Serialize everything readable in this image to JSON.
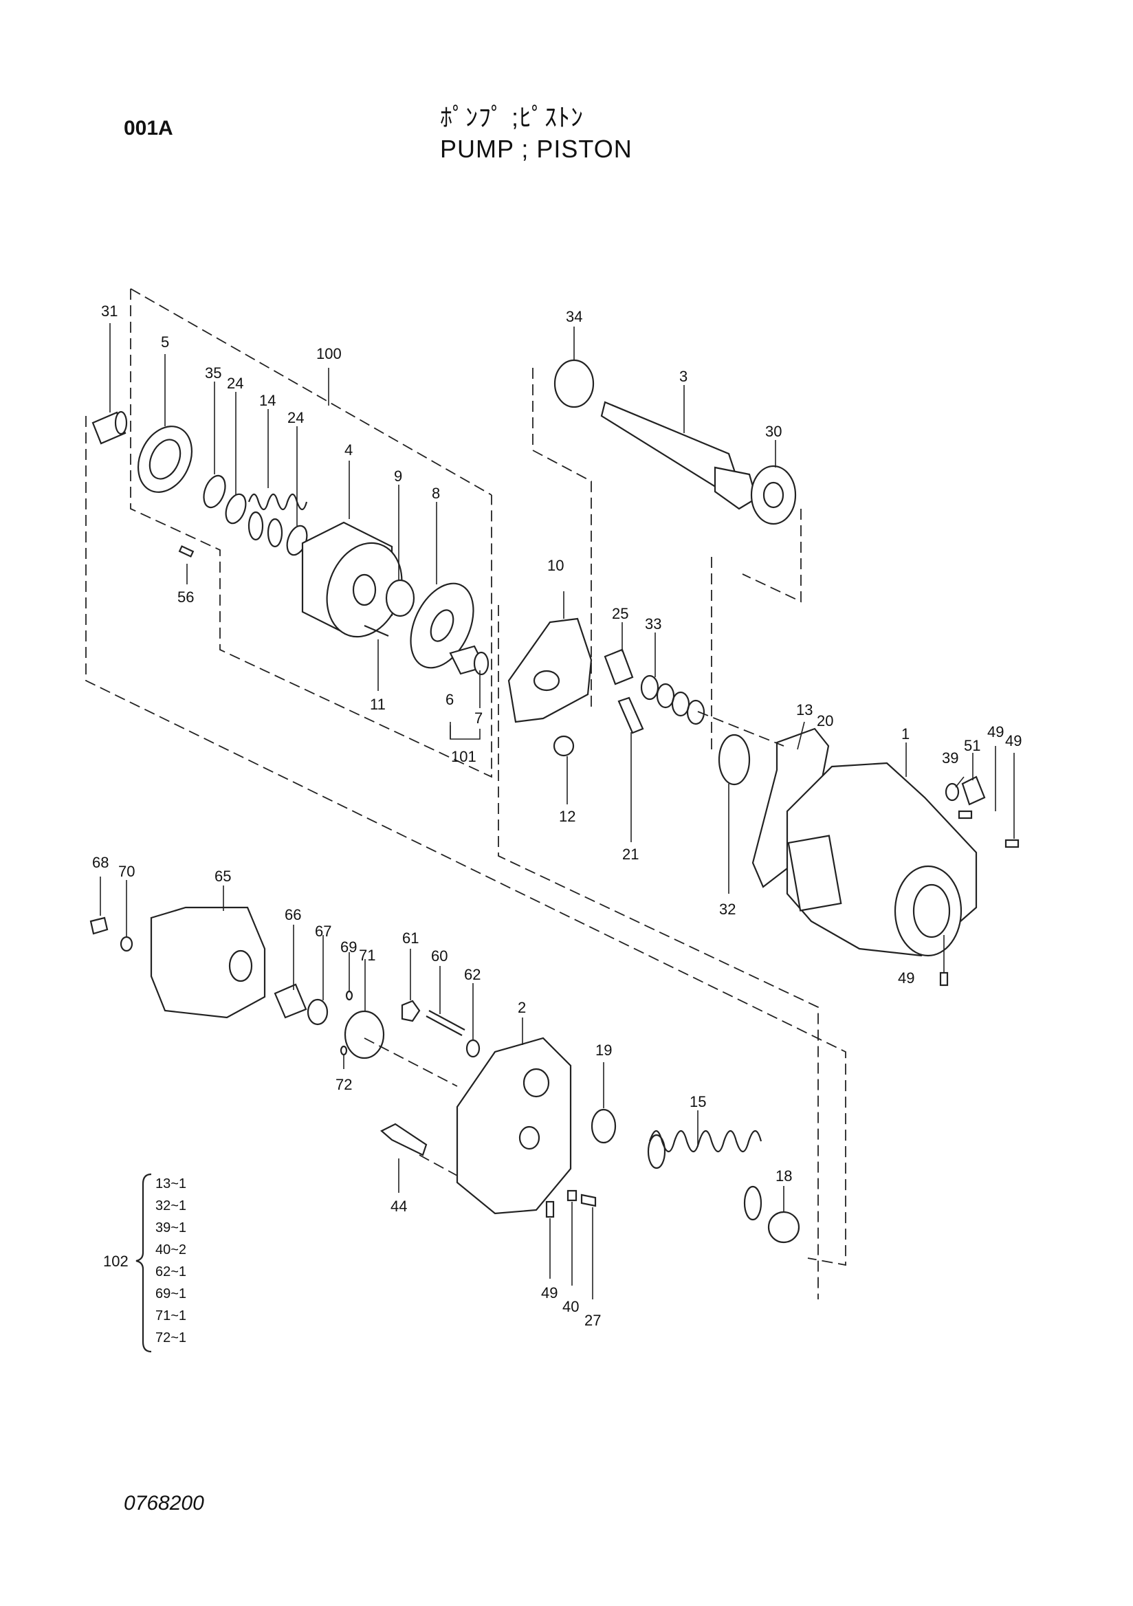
{
  "header": {
    "page_code": "001A",
    "title_jp": "ﾎﾟﾝﾌﾟ ;ﾋﾟｽﾄﾝ",
    "title_en": "PUMP ; PISTON"
  },
  "footer": {
    "doc_number": "0768200"
  },
  "callouts": {
    "c1": "1",
    "c2": "2",
    "c3": "3",
    "c4": "4",
    "c5": "5",
    "c6": "6",
    "c7": "7",
    "c8": "8",
    "c9": "9",
    "c10": "10",
    "c11": "11",
    "c12": "12",
    "c13": "13",
    "c14": "14",
    "c15": "15",
    "c18": "18",
    "c19": "19",
    "c20": "20",
    "c21": "21",
    "c24a": "24",
    "c24b": "24",
    "c25": "25",
    "c27": "27",
    "c30": "30",
    "c31": "31",
    "c32": "32",
    "c33": "33",
    "c34": "34",
    "c35": "35",
    "c39": "39",
    "c40": "40",
    "c44": "44",
    "c49a": "49",
    "c49b": "49",
    "c49c": "49",
    "c49d": "49",
    "c51": "51",
    "c56": "56",
    "c60": "60",
    "c61": "61",
    "c62": "62",
    "c65": "65",
    "c66": "66",
    "c67": "67",
    "c68": "68",
    "c69": "69",
    "c70": "70",
    "c71": "71",
    "c72": "72",
    "c100": "100",
    "c101": "101",
    "c102": "102"
  },
  "kit_102": {
    "label": "102",
    "items": [
      "13~1",
      "32~1",
      "39~1",
      "40~2",
      "62~1",
      "69~1",
      "71~1",
      "72~1"
    ]
  }
}
